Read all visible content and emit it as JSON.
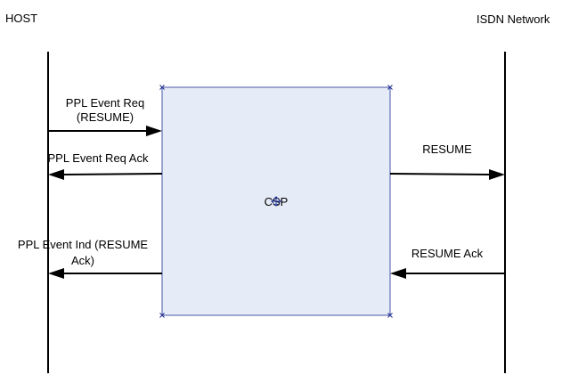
{
  "participants": {
    "host": "HOST",
    "network": "ISDN Network",
    "middle": "CSP"
  },
  "messages": {
    "ppl_event_req_line1": "PPL Event Req",
    "ppl_event_req_line2": "(RESUME)",
    "ppl_event_req_ack": "PPL Event Req Ack",
    "resume": "RESUME",
    "ppl_event_ind_line1": "PPL Event Ind (RESUME",
    "ppl_event_ind_line2": "Ack)",
    "resume_ack": "RESUME Ack"
  },
  "colors": {
    "csp_box_fill": "#e6ecf7",
    "csp_box_stroke": "#1f2f8f",
    "line": "#000000",
    "background": "#ffffff"
  }
}
